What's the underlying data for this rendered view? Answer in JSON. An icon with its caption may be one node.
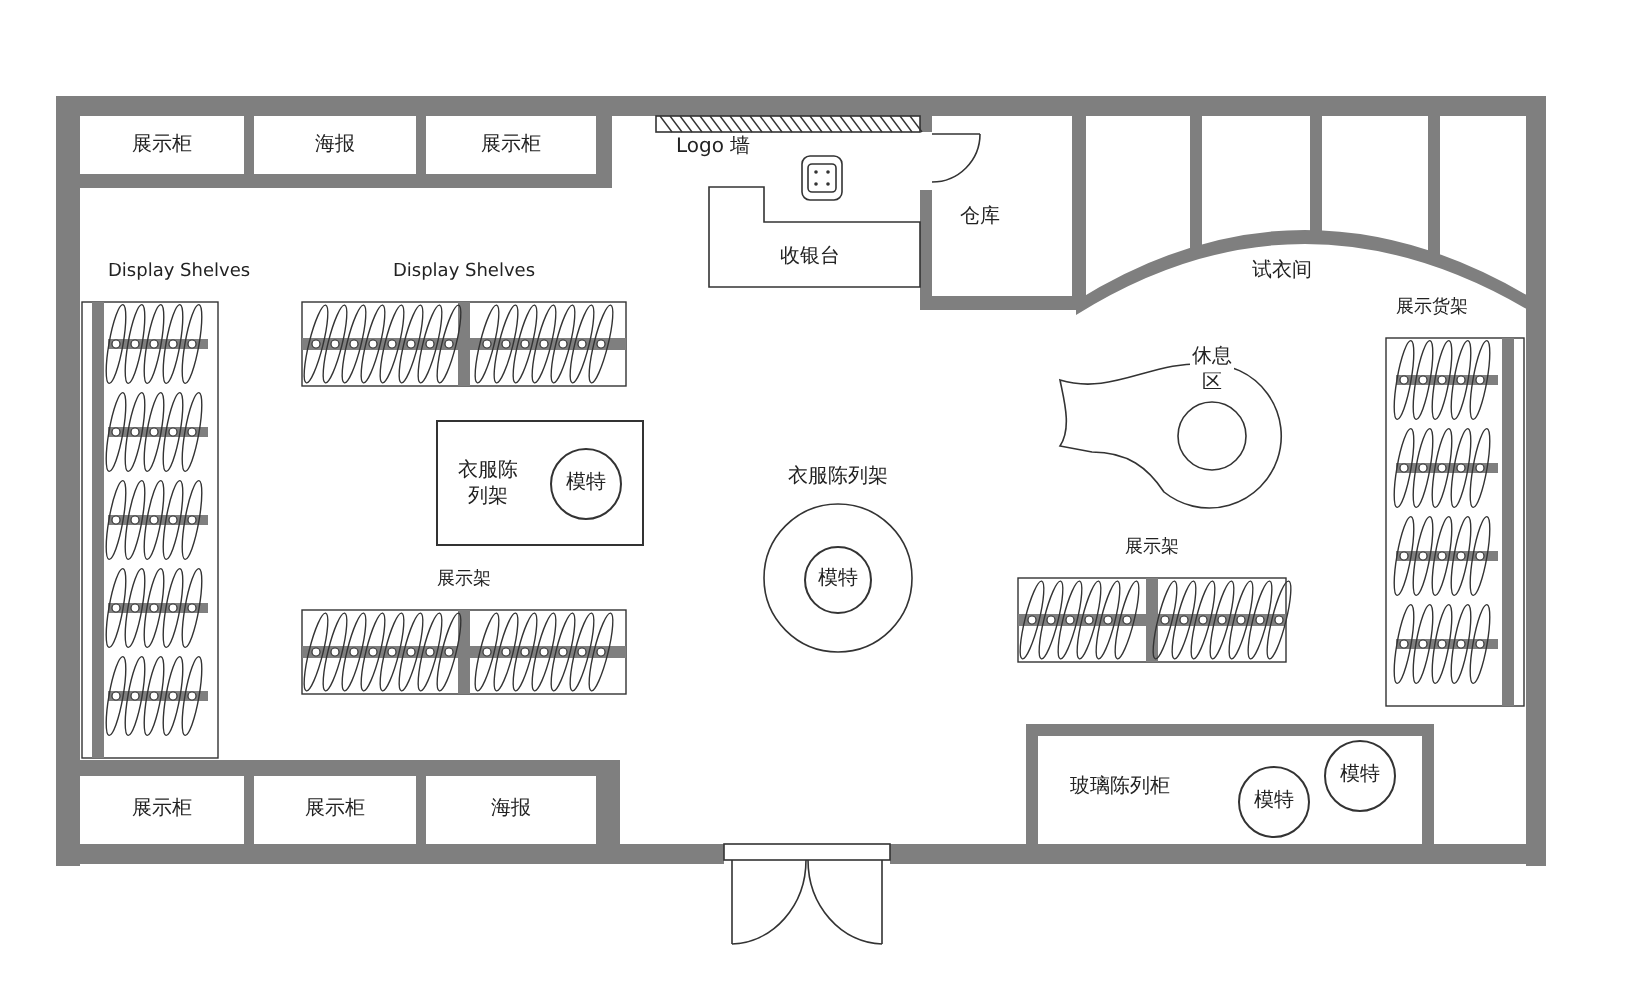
{
  "diagram": {
    "nodes": [
      {
        "text": [
          "展示柜"
        ]
      },
      {
        "text": [
          "海报"
        ]
      },
      {
        "text": [
          "展示柜"
        ]
      },
      {
        "text": [
          "收银台"
        ]
      },
      {
        "text": [
          "Display Shelves"
        ]
      },
      {
        "text": [
          "Display Shelves"
        ]
      },
      {
        "text": [
          "展示货架"
        ]
      },
      {
        "text": [
          "休息区"
        ]
      },
      {
        "text": [
          "衣服陈列架"
        ]
      },
      {
        "text": [
          "模特"
        ],
        "in": 8
      },
      {
        "text": [
          "衣服陈列架"
        ]
      },
      {
        "text": [
          "模特"
        ],
        "in": 10
      },
      {
        "text": [
          "展示架"
        ]
      },
      {
        "text": [
          "展示架"
        ]
      },
      {
        "text": [
          "玻璃陈列柜"
        ]
      },
      {
        "text": [
          "模特"
        ],
        "in": 14
      },
      {
        "text": [
          "模特"
        ],
        "in": 14
      },
      {
        "text": [
          "展示柜"
        ]
      },
      {
        "text": [
          "展示柜"
        ]
      },
      {
        "text": [
          "海报"
        ]
      }
    ],
    "labels": [
      "Logo 墙",
      "仓库",
      "试衣间"
    ]
  }
}
